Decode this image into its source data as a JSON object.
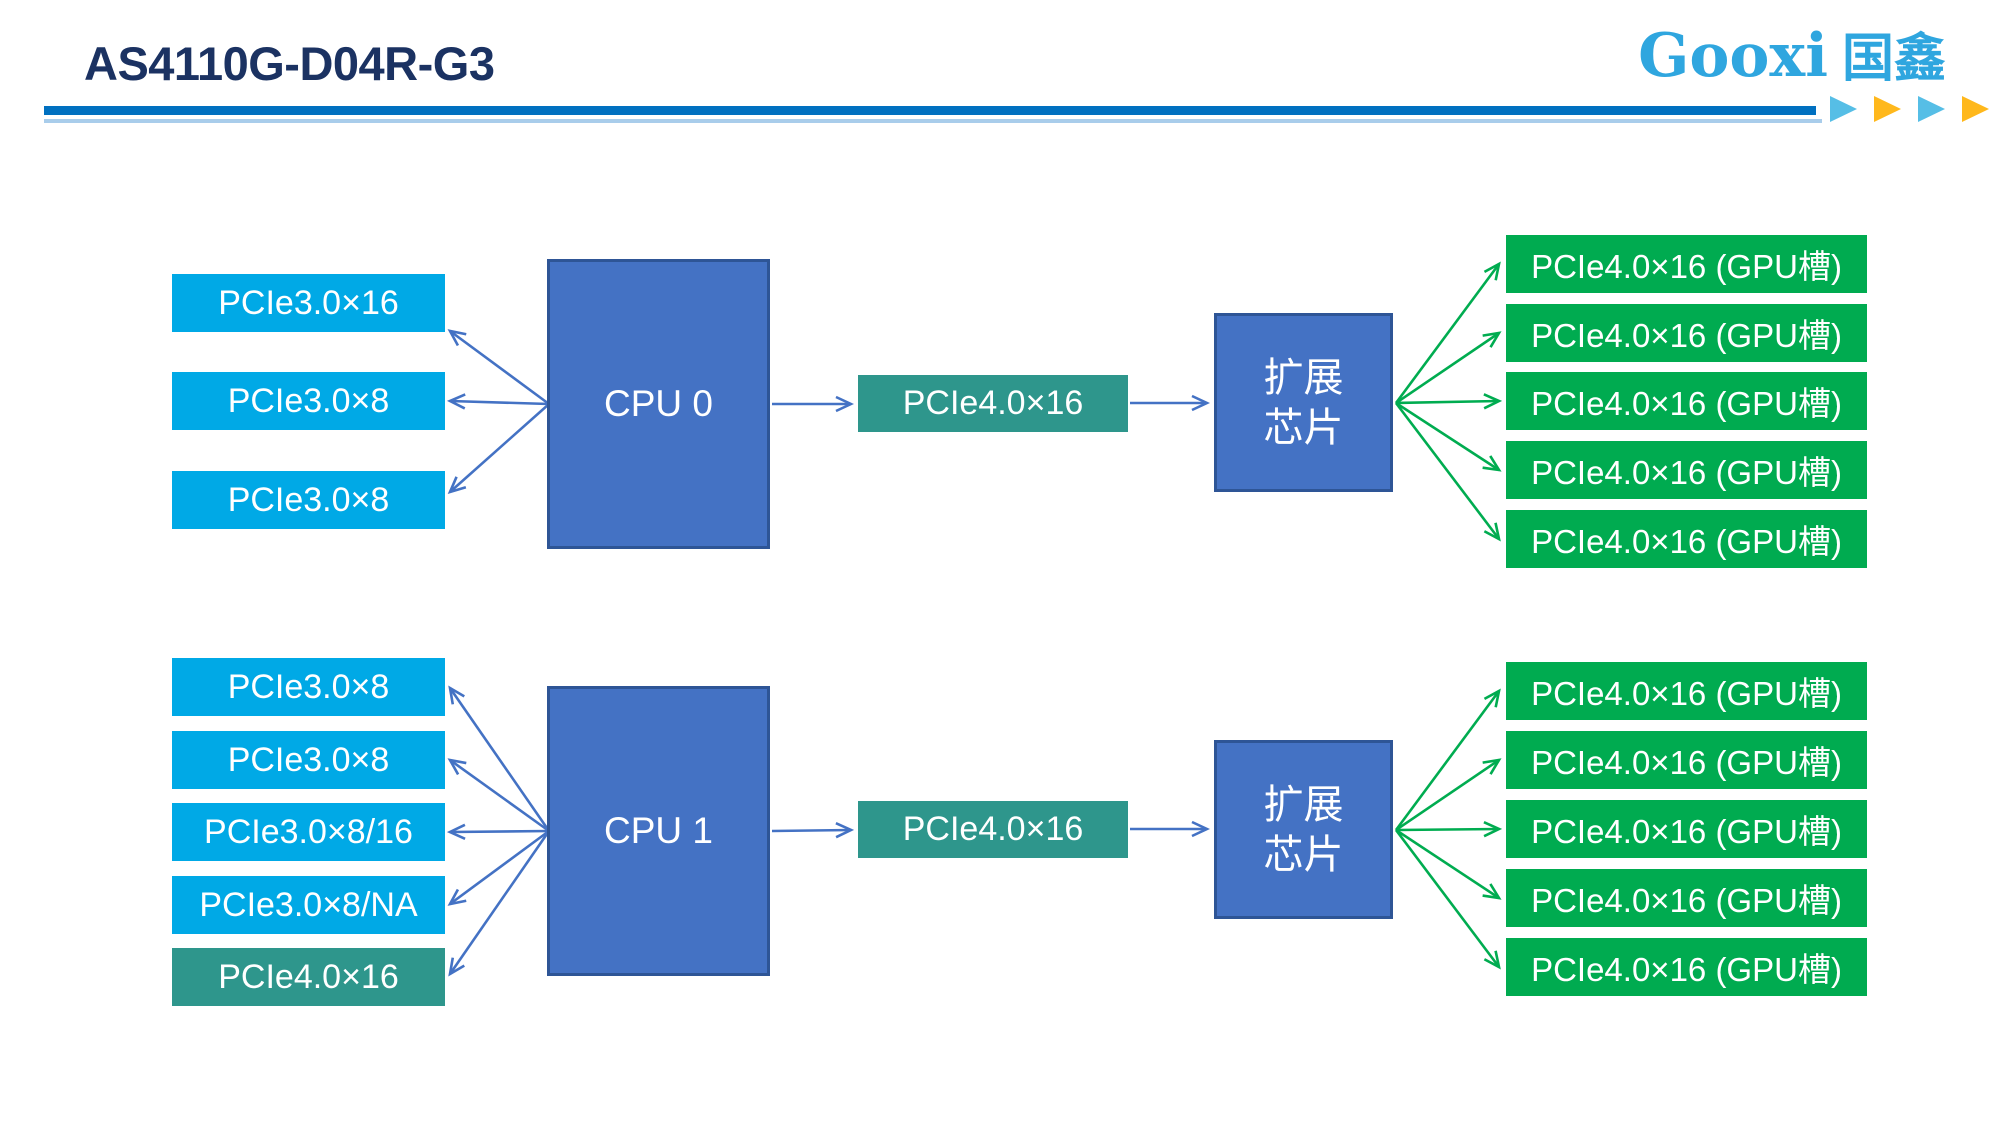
{
  "colors": {
    "title-navy": "#1B3262",
    "logo-blue": "#2FA6DF",
    "rule-blue": "#0070C0",
    "rule-light": "#A9CDEB",
    "tri-blue": "#56BEE6",
    "tri-orange": "#FFB81C",
    "slot-blue": "#00A9E6",
    "slot-teal": "#2E968C",
    "slot-green": "#00AB50",
    "cpu-fill": "#4472C4",
    "cpu-border": "#2E5596",
    "arrow-blue": "#4472C4",
    "arrow-green": "#00AC50",
    "text-white": "#FFFFFF"
  },
  "header": {
    "title": "AS4110G-D04R-G3",
    "logo": {
      "en": "Gooxi",
      "cn": "国鑫"
    }
  },
  "diagram": {
    "cpu0_cluster": {
      "cpu_label": "CPU 0",
      "left_slots": [
        "PCIe3.0×16",
        "PCIe3.0×8",
        "PCIe3.0×8"
      ],
      "uplink_label": "PCIe4.0×16",
      "chip_label": "扩展\n芯片",
      "gpu_slots": [
        "PCIe4.0×16 (GPU槽)",
        "PCIe4.0×16 (GPU槽)",
        "PCIe4.0×16 (GPU槽)",
        "PCIe4.0×16 (GPU槽)",
        "PCIe4.0×16 (GPU槽)"
      ]
    },
    "cpu1_cluster": {
      "cpu_label": "CPU 1",
      "left_slots": [
        "PCIe3.0×8",
        "PCIe3.0×8",
        "PCIe3.0×8/16",
        "PCIe3.0×8/NA",
        "PCIe4.0×16"
      ],
      "uplink_label": "PCIe4.0×16",
      "chip_label": "扩展\n芯片",
      "gpu_slots": [
        "PCIe4.0×16 (GPU槽)",
        "PCIe4.0×16 (GPU槽)",
        "PCIe4.0×16 (GPU槽)",
        "PCIe4.0×16 (GPU槽)",
        "PCIe4.0×16 (GPU槽)"
      ]
    }
  }
}
